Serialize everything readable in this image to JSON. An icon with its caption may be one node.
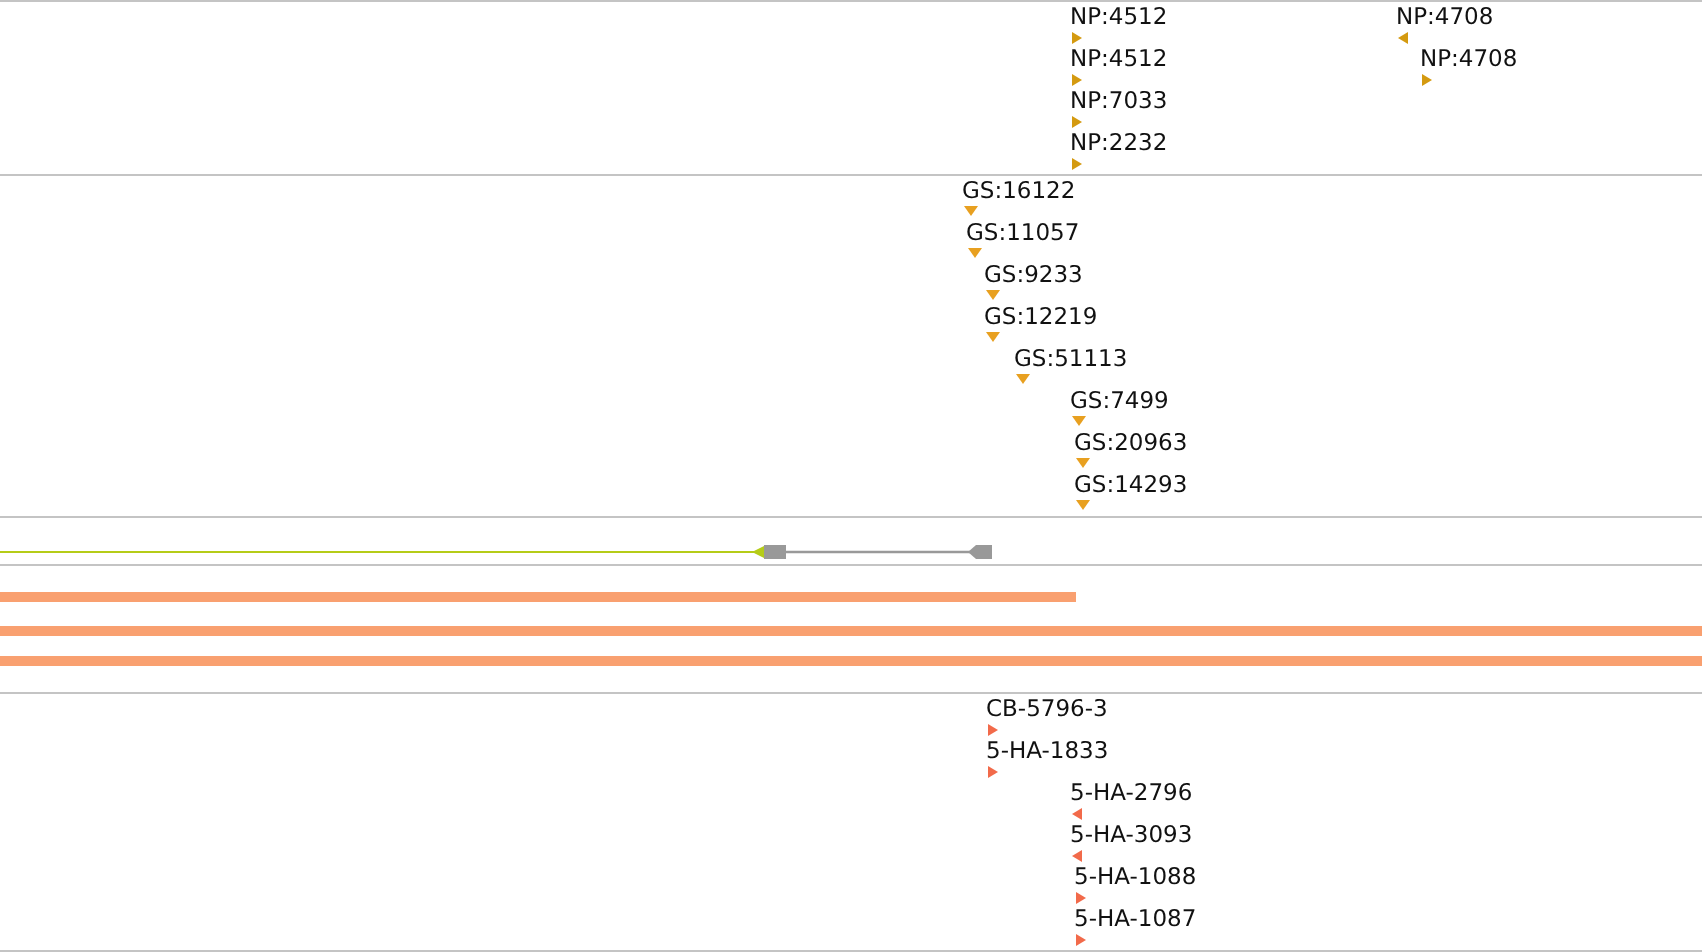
{
  "diagram": {
    "labels": [
      "NP:4512",
      "NP:4708",
      "NP:4512",
      "NP:4708",
      "NP:7033",
      "NP:2232",
      "GS:16122",
      "GS:11057",
      "GS:9233",
      "GS:12219",
      "GS:51113",
      "GS:7499",
      "GS:20963",
      "GS:14293",
      "CB-5796-3",
      "5-HA-1833",
      "5-HA-2796",
      "5-HA-3093",
      "5-HA-1088",
      "5-HA-1087"
    ]
  }
}
